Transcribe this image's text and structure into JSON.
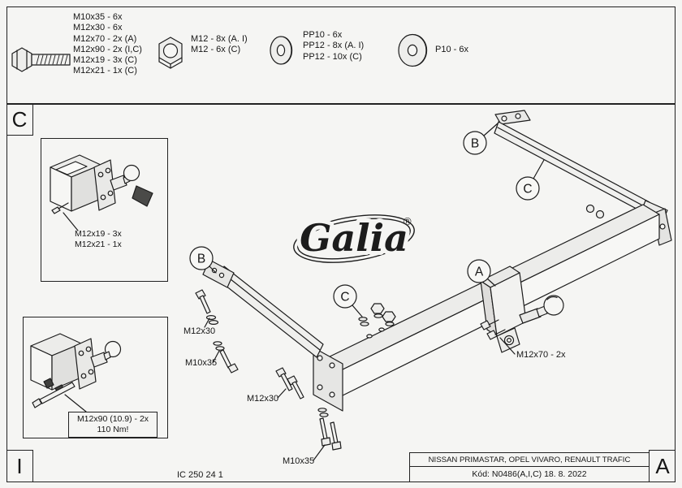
{
  "page": {
    "background": "#f5f5f3",
    "line_color": "#1c1c1c"
  },
  "parts_list": {
    "bolts": {
      "icon": "bolt-icon",
      "lines": [
        "M10x35 - 6x",
        "M12x30 - 6x",
        "M12x70 - 2x (A)",
        "M12x90 - 2x (I,C)",
        "M12x19 - 3x (C)",
        "M12x21 - 1x (C)"
      ]
    },
    "nuts": {
      "icon": "nut-icon",
      "lines": [
        "M12 - 8x (A. I)",
        "M12 - 6x (C)"
      ]
    },
    "small_washers": {
      "icon": "washer-small-icon",
      "lines": [
        "PP10 - 6x",
        "PP12 - 8x (A. I)",
        "PP12 - 10x (C)"
      ]
    },
    "large_washers": {
      "icon": "washer-large-icon",
      "lines": [
        "P10 - 6x"
      ]
    }
  },
  "sections": {
    "top_left": "C",
    "bottom_left": "I",
    "bottom_right": "A"
  },
  "detail_c": {
    "fastener_labels": [
      "M12x19 - 3x",
      "M12x21 - 1x"
    ]
  },
  "detail_i": {
    "torque_label_line1": "M12x90 (10.9) - 2x",
    "torque_label_line2": "110 Nm!"
  },
  "main_drawing": {
    "logo_text": "Galia",
    "registered_mark": "®",
    "callouts": {
      "b_upper": "B",
      "c_upper": "C",
      "b_left": "B",
      "c_mid": "C",
      "a_right": "A"
    },
    "fastener_labels": {
      "m12x30_left": "M12x30",
      "m10x35_left": "M10x35",
      "m12x30_bottom": "M12x30",
      "m10x35_bottom": "M10x35",
      "m12x70_right": "M12x70 - 2x"
    }
  },
  "footer": {
    "drawing_number": "IC 250 24 1",
    "vehicle_title": "NISSAN PRIMASTAR, OPEL VIVARO, RENAULT TRAFIC",
    "code_date": "Kód: N0486(A,I,C)  18. 8. 2022"
  }
}
